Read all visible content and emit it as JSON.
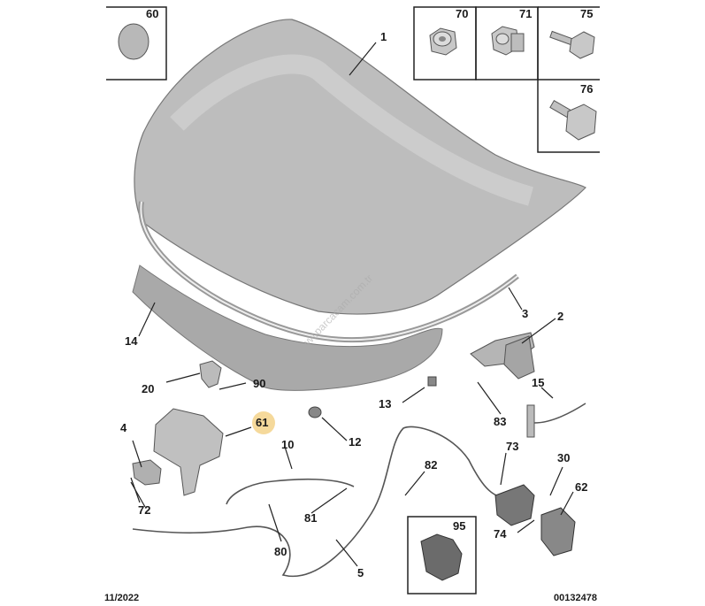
{
  "callouts": {
    "c1": "1",
    "c2": "2",
    "c3": "3",
    "c4": "4",
    "c5": "5",
    "c10": "10",
    "c12": "12",
    "c13": "13",
    "c14": "14",
    "c15": "15",
    "c20": "20",
    "c30": "30",
    "c60": "60",
    "c61": "61",
    "c62": "62",
    "c70": "70",
    "c71": "71",
    "c72": "72",
    "c73": "73",
    "c74": "74",
    "c75": "75",
    "c76": "76",
    "c80": "80",
    "c81": "81",
    "c82": "82",
    "c83": "83",
    "c90": "90",
    "c95": "95"
  },
  "footer": {
    "date": "11/2022",
    "ref": "00132478"
  },
  "highlight_color": "#f3d28a",
  "watermark": "www.parcacam.com.tr"
}
